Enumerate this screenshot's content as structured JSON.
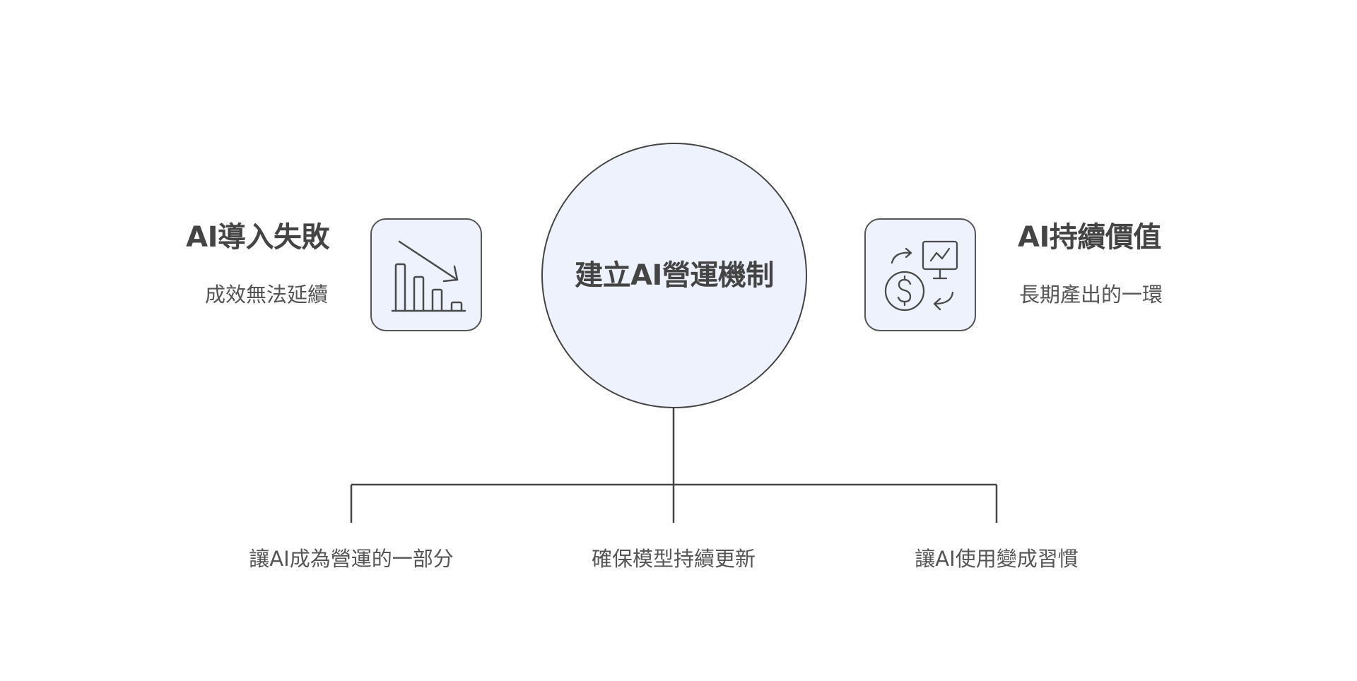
{
  "diagram": {
    "type": "hub-and-branch concept diagram",
    "colors": {
      "stroke": "#444444",
      "node_fill": "#edf2fc",
      "text_primary": "#444444",
      "text_secondary": "#555555",
      "background": "#ffffff"
    },
    "center": {
      "label": "建立AI營運機制"
    },
    "left": {
      "title": "AI導入失敗",
      "subtitle": "成效無法延續",
      "icon": "declining-bar-chart-icon"
    },
    "right": {
      "title": "AI持續價值",
      "subtitle": "長期產出的一環",
      "icon": "value-cycle-icon"
    },
    "branches": [
      {
        "label": "讓AI成為營運的一部分"
      },
      {
        "label": "確保模型持續更新"
      },
      {
        "label": "讓AI使用變成習慣"
      }
    ]
  }
}
